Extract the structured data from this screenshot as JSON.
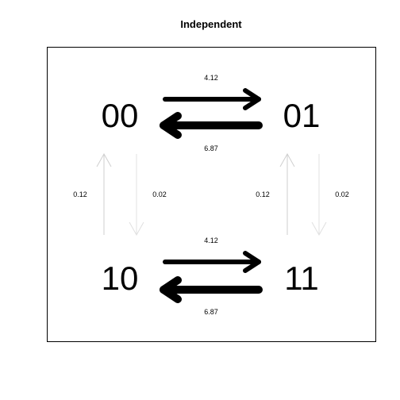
{
  "title": "Independent",
  "states": {
    "s00": "00",
    "s01": "01",
    "s10": "10",
    "s11": "11"
  },
  "rates": {
    "top_forward": "4.12",
    "top_backward": "6.87",
    "bottom_forward": "4.12",
    "bottom_backward": "6.87",
    "left_up": "0.12",
    "left_down": "0.02",
    "right_up": "0.12",
    "right_down": "0.02"
  },
  "colors": {
    "strong_arrow": "#000000",
    "weak_arrow": "#cfcfcf",
    "frame": "#000000"
  }
}
